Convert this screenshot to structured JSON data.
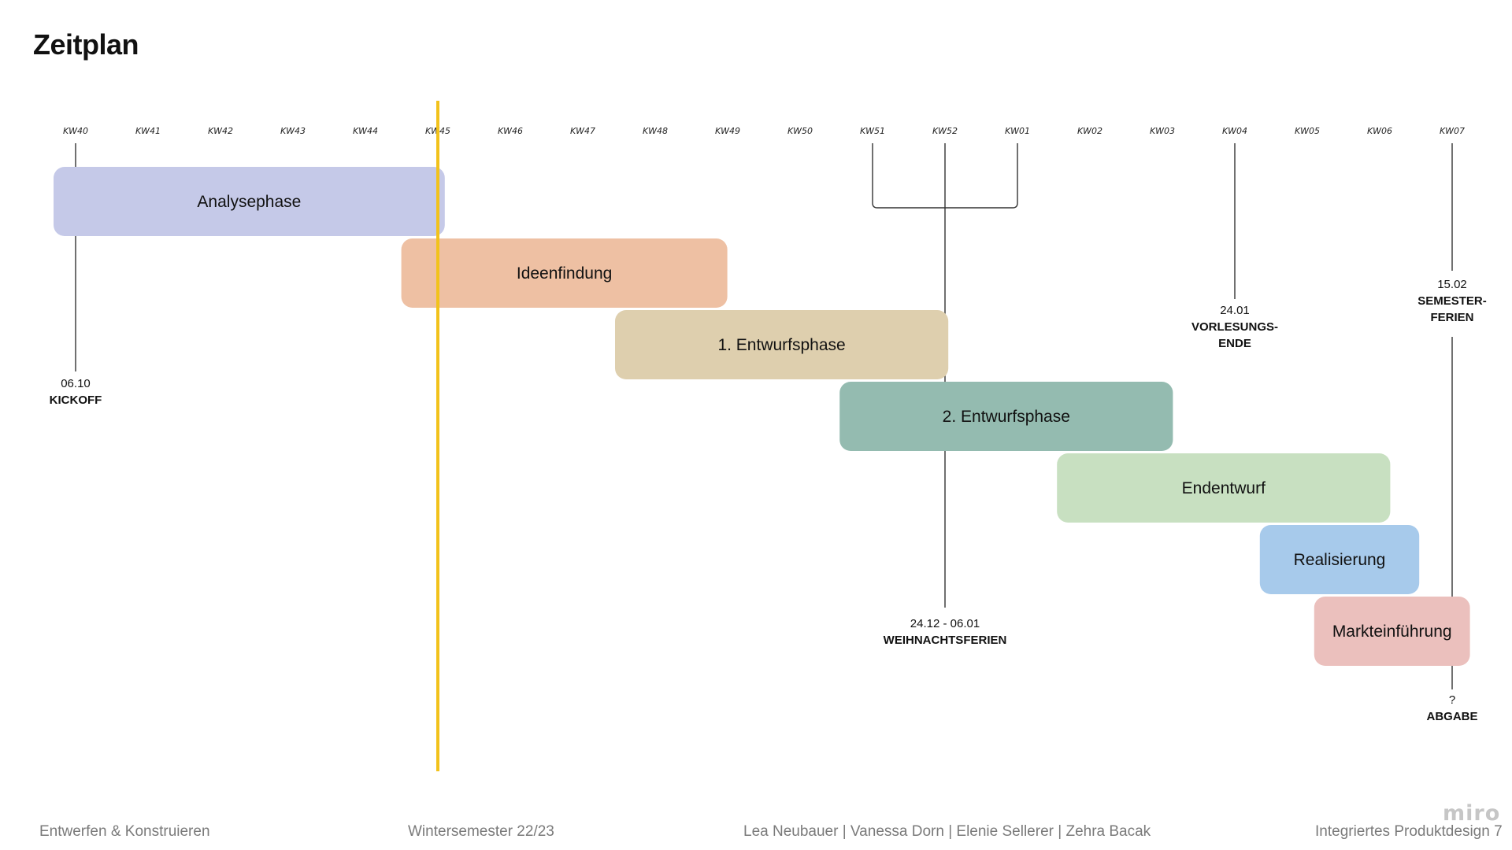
{
  "title": "Zeitplan",
  "weeks": [
    "KW40",
    "KW41",
    "KW42",
    "KW43",
    "KW44",
    "KW45",
    "KW46",
    "KW47",
    "KW48",
    "KW49",
    "KW50",
    "KW51",
    "KW52",
    "KW01",
    "KW02",
    "KW03",
    "KW04",
    "KW05",
    "KW06",
    "KW07"
  ],
  "current_week_marker": {
    "week": "KW45",
    "color": "#f2c21b"
  },
  "phases": [
    {
      "label": "Analysephase",
      "start": 0,
      "end": 5.4,
      "color": "#c5c9e8"
    },
    {
      "label": "Ideenfindung",
      "start": 4.8,
      "end": 9.3,
      "color": "#eec0a3"
    },
    {
      "label": "1. Entwurfsphase",
      "start": 7.75,
      "end": 12.35,
      "color": "#decfae"
    },
    {
      "label": "2. Entwurfsphase",
      "start": 10.85,
      "end": 15.45,
      "color": "#94bbb0"
    },
    {
      "label": "Endentwurf",
      "start": 13.85,
      "end": 18.45,
      "color": "#c8e0c1"
    },
    {
      "label": "Realisierung",
      "start": 16.65,
      "end": 18.85,
      "color": "#a7caeb"
    },
    {
      "label": "Markteinführung",
      "start": 17.4,
      "end": 19.55,
      "color": "#ebc0bd"
    }
  ],
  "milestones": [
    {
      "week": "KW40",
      "date": "06.10",
      "name": [
        "KICKOFF"
      ]
    },
    {
      "week": "KW52",
      "date": "24.12 - 06.01",
      "name": [
        "WEIHNACHTSFERIEN"
      ]
    },
    {
      "week": "KW04",
      "date": "24.01",
      "name": [
        "VORLESUNGS-",
        "ENDE"
      ]
    },
    {
      "week": "KW07",
      "date": "15.02",
      "name": [
        "SEMESTER-",
        "FERIEN"
      ]
    },
    {
      "week": "KW07",
      "date": "?",
      "name": [
        "ABGABE"
      ]
    }
  ],
  "footer": {
    "course": "Entwerfen & Konstruieren",
    "semester": "Wintersemester 22/23",
    "authors": "Lea Neubauer | Vanessa Dorn | Elenie Sellerer | Zehra Bacak",
    "program": "Integriertes Produktdesign 7"
  },
  "watermark": "miro"
}
